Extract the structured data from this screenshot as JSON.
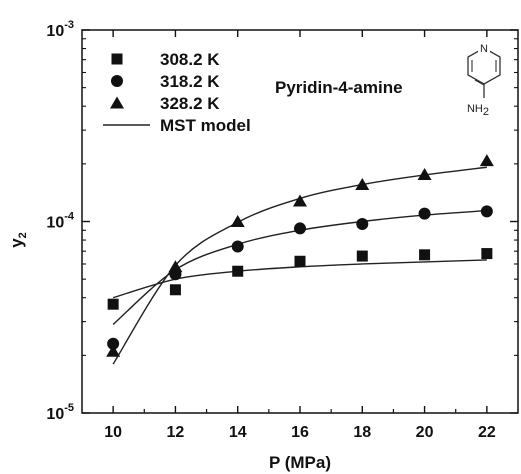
{
  "chart_data": {
    "type": "scatter",
    "title": "",
    "xlabel": "P (MPa)",
    "ylabel": "y",
    "ylabel_subscript": "2",
    "xlim": [
      9,
      23
    ],
    "ylim": [
      1e-05,
      0.001
    ],
    "yscale": "log",
    "x_ticks": [
      10,
      12,
      14,
      16,
      18,
      20,
      22
    ],
    "y_ticks": [
      {
        "value": 1e-05,
        "base": "10",
        "exp": "-5"
      },
      {
        "value": 0.0001,
        "base": "10",
        "exp": "-4"
      },
      {
        "value": 0.001,
        "base": "10",
        "exp": "-3"
      }
    ],
    "grid": false,
    "legend_position": "top-left",
    "annotation": "Pyridin-4-amine",
    "structure_labels": {
      "ring_atom": "N",
      "substituent": "NH",
      "substituent_subscript": "2"
    },
    "series": [
      {
        "name": "308.2 K",
        "marker": "square",
        "x": [
          10,
          12,
          14,
          16,
          18,
          20,
          22
        ],
        "y": [
          3.7e-05,
          4.4e-05,
          5.5e-05,
          6.2e-05,
          6.6e-05,
          6.7e-05,
          6.8e-05
        ],
        "model_y": [
          4e-05,
          5e-05,
          5.5e-05,
          5.8e-05,
          6e-05,
          6.15e-05,
          6.3e-05
        ]
      },
      {
        "name": "318.2 K",
        "marker": "circle",
        "x": [
          10,
          12,
          14,
          16,
          18,
          20,
          22
        ],
        "y": [
          2.3e-05,
          5.3e-05,
          7.4e-05,
          9.2e-05,
          9.7e-05,
          0.00011,
          0.000113
        ],
        "model_y": [
          2.9e-05,
          5.6e-05,
          7.6e-05,
          9e-05,
          0.0001,
          0.000108,
          0.000114
        ]
      },
      {
        "name": "328.2 K",
        "marker": "triangle",
        "x": [
          10,
          12,
          14,
          16,
          18,
          20,
          22
        ],
        "y": [
          2.1e-05,
          5.8e-05,
          0.0001,
          0.000128,
          0.000156,
          0.000176,
          0.000208
        ],
        "model_y": [
          1.8e-05,
          5.9e-05,
          9.9e-05,
          0.000132,
          0.000156,
          0.000175,
          0.000192
        ]
      },
      {
        "name": "MST model",
        "marker": "line"
      }
    ]
  }
}
